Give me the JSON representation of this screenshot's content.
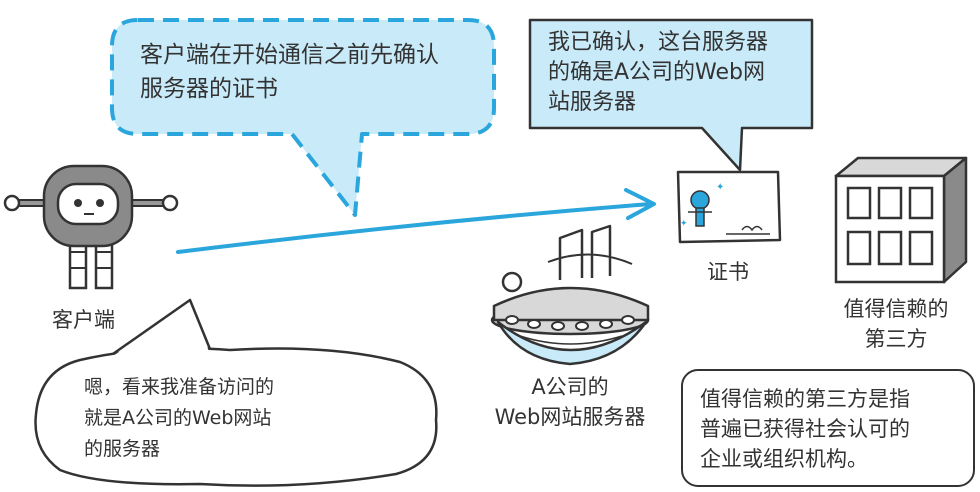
{
  "client_bubble": {
    "text": "客户端在开始通信之前先确认\n服务器的证书"
  },
  "cert_bubble": {
    "text": "我已确认，这台服务器\n的确是A公司的Web网\n站服务器"
  },
  "client_label": "客户端",
  "certificate_label": "证书",
  "third_party_label": "值得信赖的\n第三方",
  "server_label": "A公司的\nWeb网站服务器",
  "thought_bubble": {
    "text": "嗯，看来我准备访问的\n就是A公司的Web网站\n的服务器"
  },
  "note_box": {
    "text": "值得信赖的第三方是指\n普遍已获得社会认可的\n企业或组织机构。"
  },
  "colors": {
    "accent": "#2aa6dc",
    "bubble_fill": "#c9eaf8",
    "dark": "#333333",
    "grey": "#8a8a8a"
  }
}
